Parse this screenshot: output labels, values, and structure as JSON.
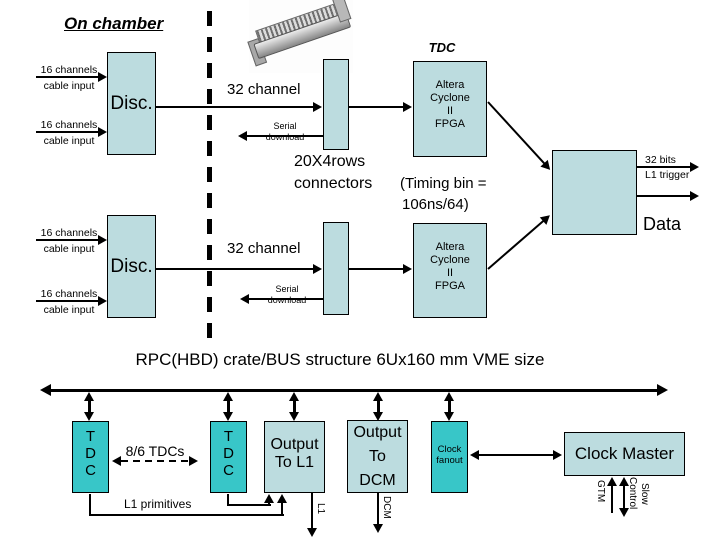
{
  "colors": {
    "box_fill": "#bcdcdf",
    "teal_fill": "#38c6c8",
    "line_color": "#000000"
  },
  "on_chamber": {
    "title": "On chamber",
    "inputs": [
      {
        "line1": "16 channels",
        "line2": "cable input"
      },
      {
        "line1": "16 channels",
        "line2": "cable input"
      },
      {
        "line1": "16 channels",
        "line2": "cable input"
      },
      {
        "line1": "16 channels",
        "line2": "cable input"
      }
    ],
    "disc_labels": [
      "Disc.",
      "Disc."
    ]
  },
  "tdc_section": {
    "tdc_title": "TDC",
    "channel_labels": [
      "32 channel",
      "32 channel"
    ],
    "serial_labels": [
      {
        "line1": "Serial",
        "line2": "download"
      },
      {
        "line1": "Serial",
        "line2": "download"
      }
    ],
    "fpga_boxes": [
      {
        "lines": [
          "Altera",
          "Cyclone",
          "II",
          "FPGA"
        ]
      },
      {
        "lines": [
          "Altera",
          "Cyclone",
          "II",
          "FPGA"
        ]
      }
    ],
    "connector_note": {
      "line1": "20X4rows",
      "line2": "connectors"
    },
    "timing_note": {
      "line1": "(Timing bin =",
      "line2": "106ns/64)"
    },
    "trigger_out": {
      "line1": "32 bits",
      "line2": "L1 trigger"
    },
    "data_out": "Data"
  },
  "crate": {
    "title": "RPC(HBD) crate/BUS structure 6Ux160 mm VME size",
    "tdc_letters": [
      "T",
      "D",
      "C"
    ],
    "tdc_bus_label": "8/6 TDCs",
    "l1_primitives": "L1 primitives",
    "output_l1": {
      "line1": "Output",
      "line2": "To L1"
    },
    "output_dcm": {
      "line1": "Output",
      "line2": "To",
      "line3": "DCM"
    },
    "clock_fanout": {
      "line1": "Clock",
      "line2": "fanout"
    },
    "clock_master": "Clock Master",
    "l1_tag": "L1",
    "dcm_tag": "DCM",
    "gtm_tag": "GTM",
    "slow_tag": "Slow",
    "control_tag": "Control"
  }
}
